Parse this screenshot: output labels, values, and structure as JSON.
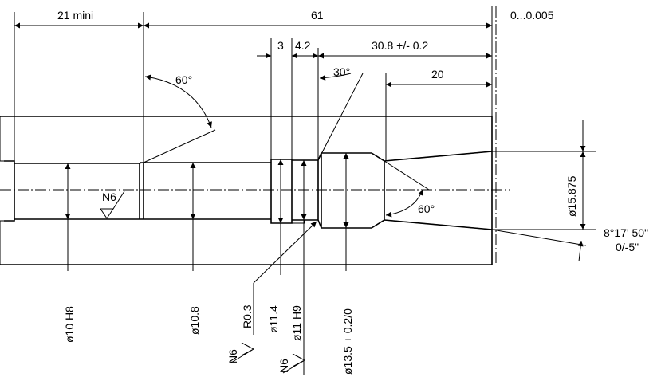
{
  "title": "Bore section drawing",
  "dimensions": {
    "d_21": "21 mini",
    "d_61": "61",
    "d_tol": "0...0.005",
    "d_3": "3",
    "d_42": "4.2",
    "d_308": "30.8 +/- 0.2",
    "d_20": "20",
    "a_60_top": "60°",
    "a_30": "30°",
    "a_60_cone": "60°",
    "d_15875": "ø15.875",
    "a_taper": "8°17' 50\"",
    "a_taper_tol": "0/-5\"",
    "d_10": "ø10 H8",
    "d_108": "ø10.8",
    "r03": "R0.3",
    "d_114": "ø11.4",
    "d_11": "ø11 H9",
    "d_135": "ø13.5 + 0.2/0"
  },
  "surface": {
    "n1": "N6",
    "n2": "N6",
    "n3": "N6"
  }
}
